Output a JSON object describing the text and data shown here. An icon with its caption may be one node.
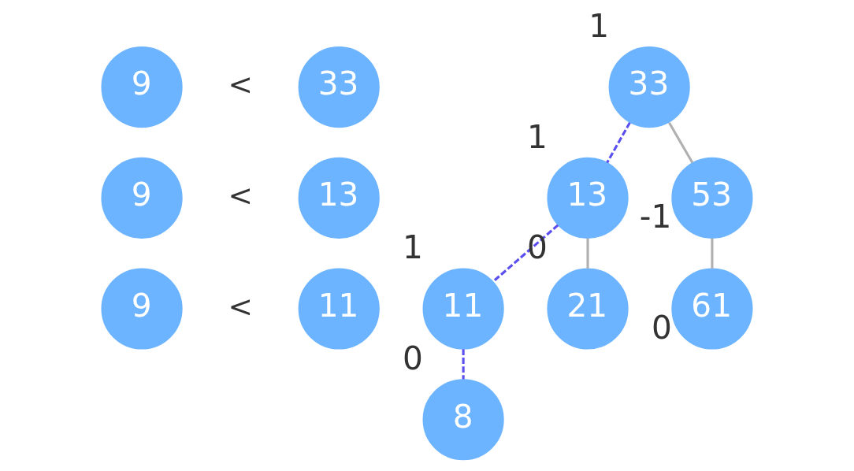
{
  "diagram": {
    "nodes": [
      {
        "text": [
          "9"
        ]
      },
      {
        "text": [
          "33"
        ]
      },
      {
        "text": [
          "9"
        ]
      },
      {
        "text": [
          "13"
        ]
      },
      {
        "text": [
          "9"
        ]
      },
      {
        "text": [
          "11"
        ]
      },
      {
        "text": [
          "33"
        ],
        "beside": [
          "1"
        ]
      },
      {
        "text": [
          "13"
        ],
        "beside": [
          "1"
        ]
      },
      {
        "text": [
          "53"
        ],
        "beside": [
          "-1"
        ]
      },
      {
        "text": [
          "11"
        ],
        "beside": [
          "1"
        ]
      },
      {
        "text": [
          "21"
        ],
        "beside": [
          "0"
        ]
      },
      {
        "text": [
          "61"
        ],
        "beside": [
          "0"
        ]
      },
      {
        "text": [
          "8"
        ],
        "beside": [
          "0"
        ]
      }
    ],
    "edges": [
      {
        "from": 6,
        "to": 7,
        "arrow": "none",
        "style": "dashed",
        "color": "#5b4ff0"
      },
      {
        "from": 6,
        "to": 8,
        "arrow": "none",
        "color": "#b0b0b0"
      },
      {
        "from": 7,
        "to": 9,
        "arrow": "none",
        "style": "dashed",
        "color": "#5b4ff0"
      },
      {
        "from": 7,
        "to": 10,
        "arrow": "none",
        "color": "#b0b0b0"
      },
      {
        "from": 8,
        "to": 11,
        "arrow": "none",
        "color": "#b0b0b0"
      },
      {
        "from": 9,
        "to": 12,
        "arrow": "none",
        "style": "dashed",
        "color": "#5b4ff0"
      }
    ],
    "labels": [
      "<",
      "<",
      "<"
    ]
  }
}
